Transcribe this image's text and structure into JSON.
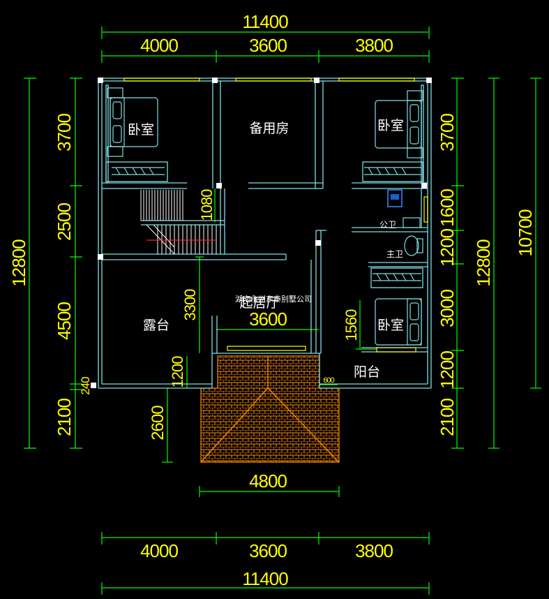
{
  "dimensions": {
    "top_total": "11400",
    "top_segments": [
      "4000",
      "3600",
      "3800"
    ],
    "bottom_segments": [
      "4000",
      "3600",
      "3800"
    ],
    "bottom_total": "11400",
    "left_outer": "12800",
    "left_inner": [
      "3700",
      "2500",
      "4500",
      "240",
      "2100"
    ],
    "right_inner": [
      "3700",
      "1600",
      "1200",
      "3000",
      "1200",
      "2100"
    ],
    "right_mid": "12800",
    "right_outer": "10700",
    "stair_width": "1080",
    "terrace_depth": "3300",
    "corridor_width": "3600",
    "bedroom_depth": "1560",
    "step_1200": "1200",
    "step_2600": "2600",
    "porch_width": "4800",
    "small_600": "600"
  },
  "rooms": {
    "bedroom_left": "卧室",
    "spare_room": "备用房",
    "bedroom_right": "卧室",
    "public_bath": "公卫",
    "master_bath": "主卫",
    "terrace": "露台",
    "master_bedroom": "卧室",
    "balcony": "阳台",
    "hall": "起居厅"
  },
  "watermark": "湖南永州东泰别墅公司",
  "colors": {
    "background": "#000000",
    "dimension_text": "#ffff00",
    "dimension_line": "#00ff00",
    "wall": "#7fdfe6",
    "window": "#ffff00",
    "roof": "#ff8c00"
  }
}
